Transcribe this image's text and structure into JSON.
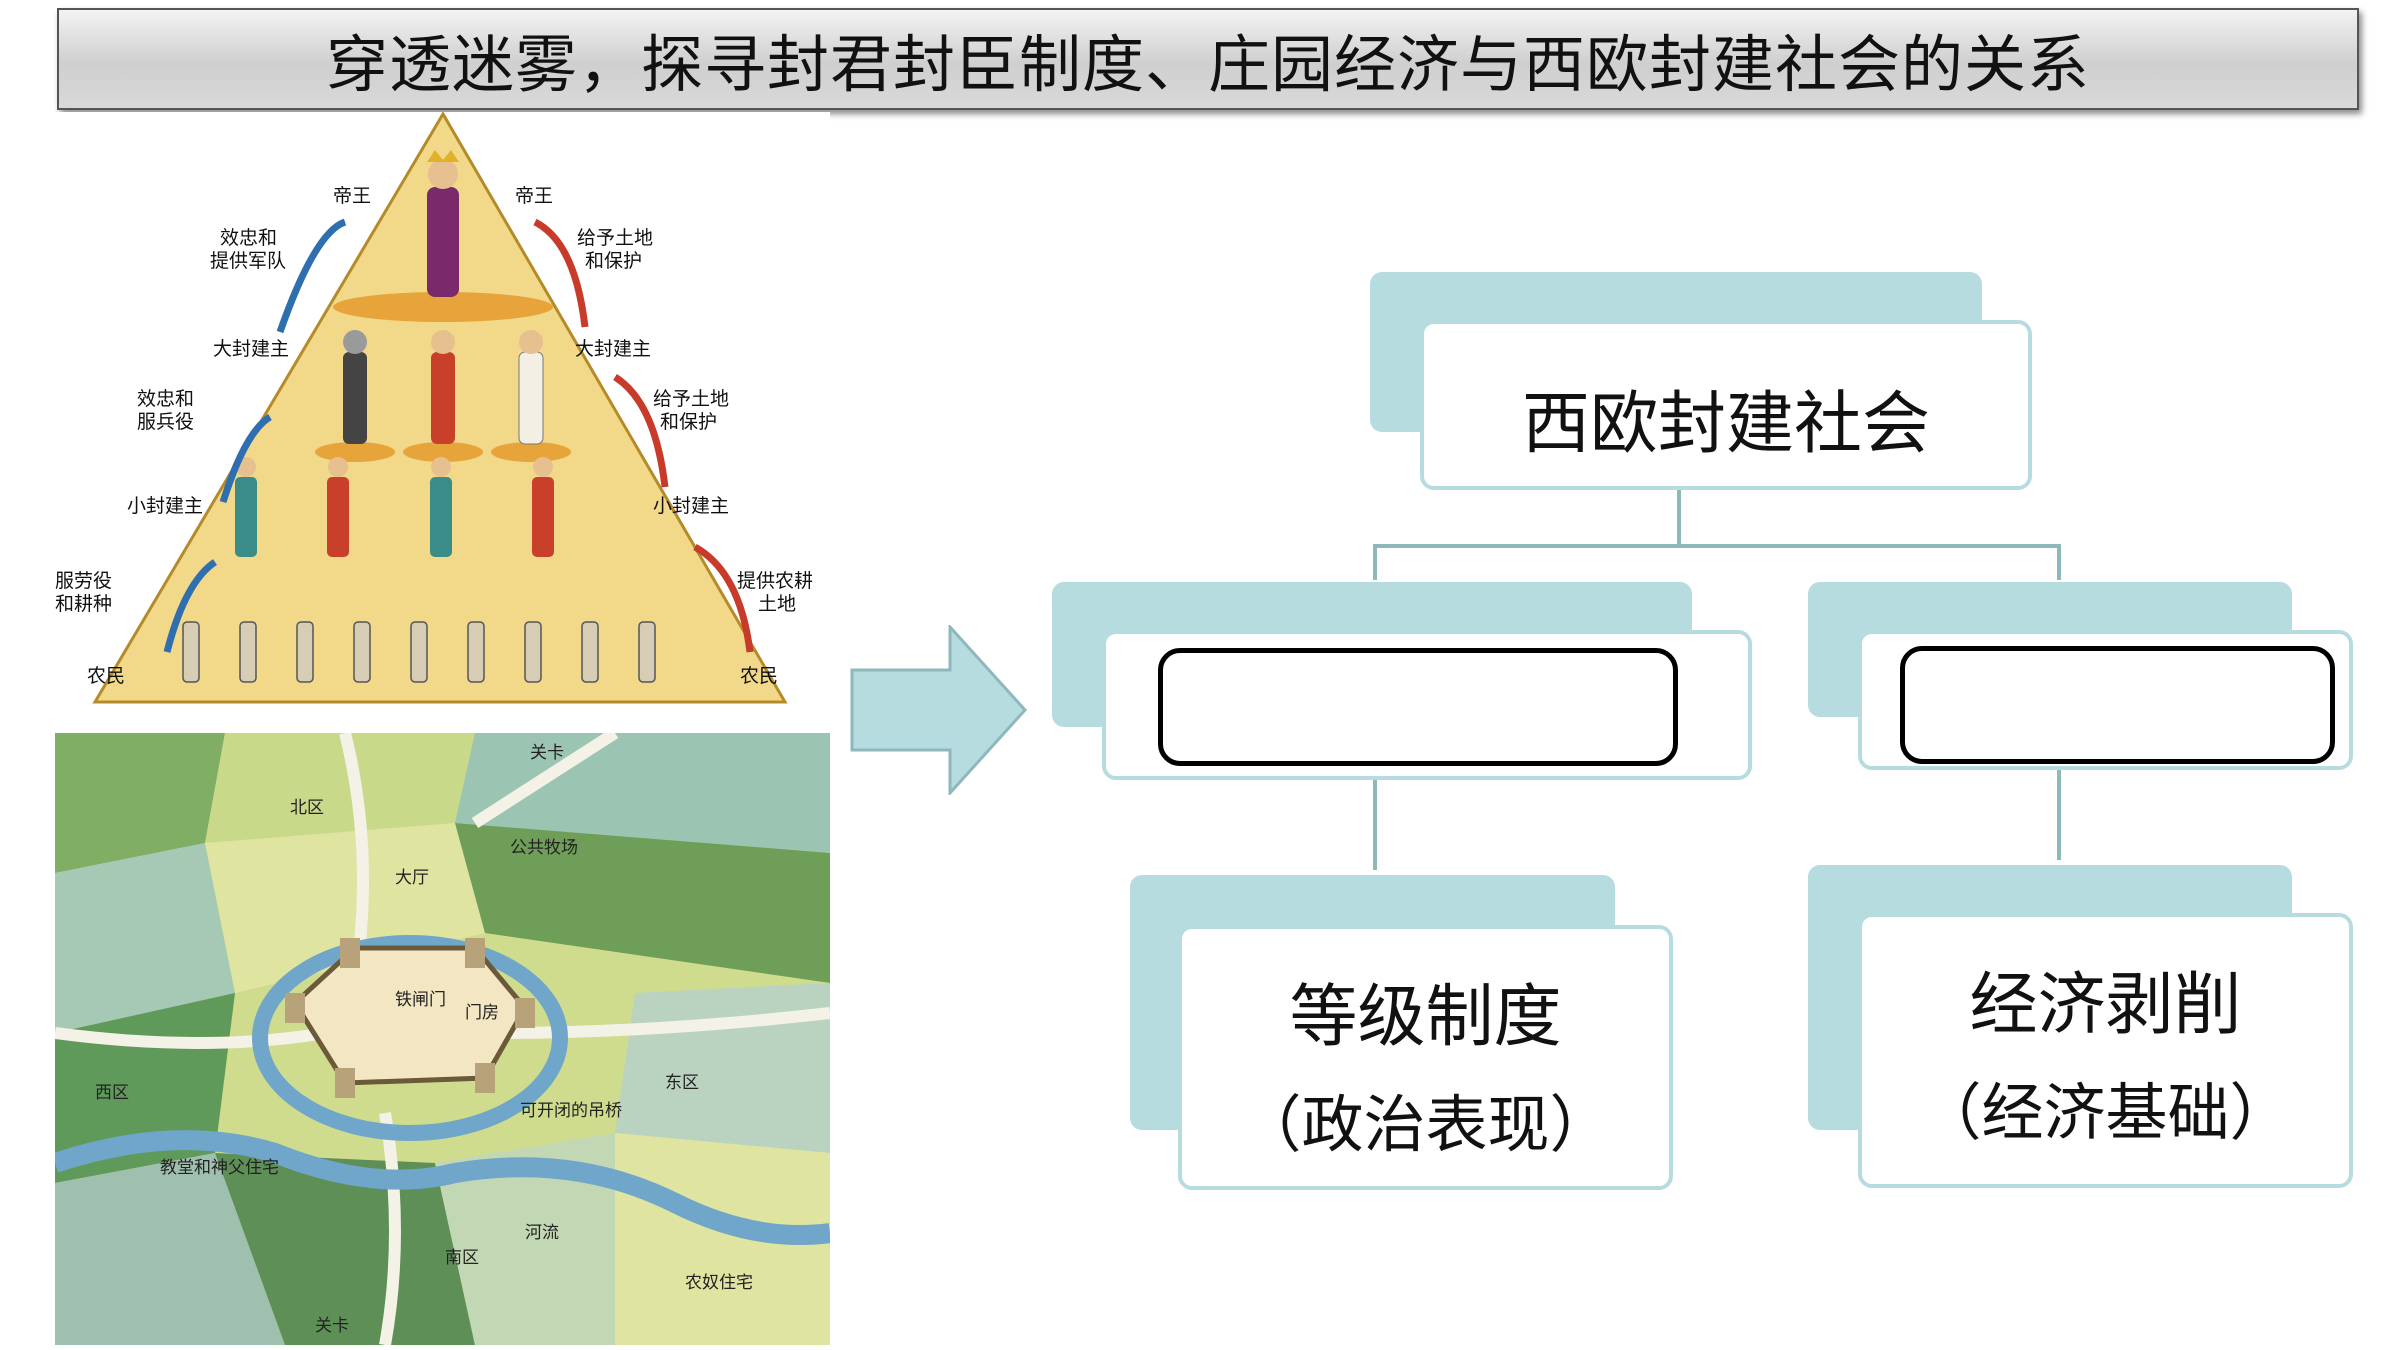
{
  "title": "穿透迷雾，探寻封君封臣制度、庄园经济与西欧封建社会的关系",
  "pyramid": {
    "left_labels": [
      "帝王",
      "效忠和",
      "提供军队",
      "大封建主",
      "效忠和",
      "服兵役",
      "小封建主",
      "服劳役",
      "和耕种",
      "农民"
    ],
    "right_labels": [
      "帝王",
      "给予土地",
      "和保护",
      "大封建主",
      "给予土地",
      "和保护",
      "小封建主",
      "提供农耕",
      "土地",
      "农民"
    ]
  },
  "map": {
    "labels": [
      "关卡",
      "北区",
      "公共牧场",
      "大厅",
      "铁闸门",
      "门房",
      "西区",
      "东区",
      "可开闭的吊桥",
      "教堂和神父住宅",
      "河流",
      "南区",
      "农奴住宅",
      "关卡"
    ]
  },
  "diagram": {
    "root": "西欧封建社会",
    "left_top": "",
    "right_top": "",
    "left_bottom": [
      "等级制度",
      "（政治表现）"
    ],
    "right_bottom": [
      "经济剥削",
      "（经济基础）"
    ]
  },
  "colors": {
    "card_border": "#b6dcdf",
    "card_shadow": "#b6dcdf",
    "connector": "#8fb8bc",
    "pyramid_fill": "#f2d98a",
    "arrow_blue": "#2f6fb0",
    "arrow_red": "#c83a2a"
  }
}
